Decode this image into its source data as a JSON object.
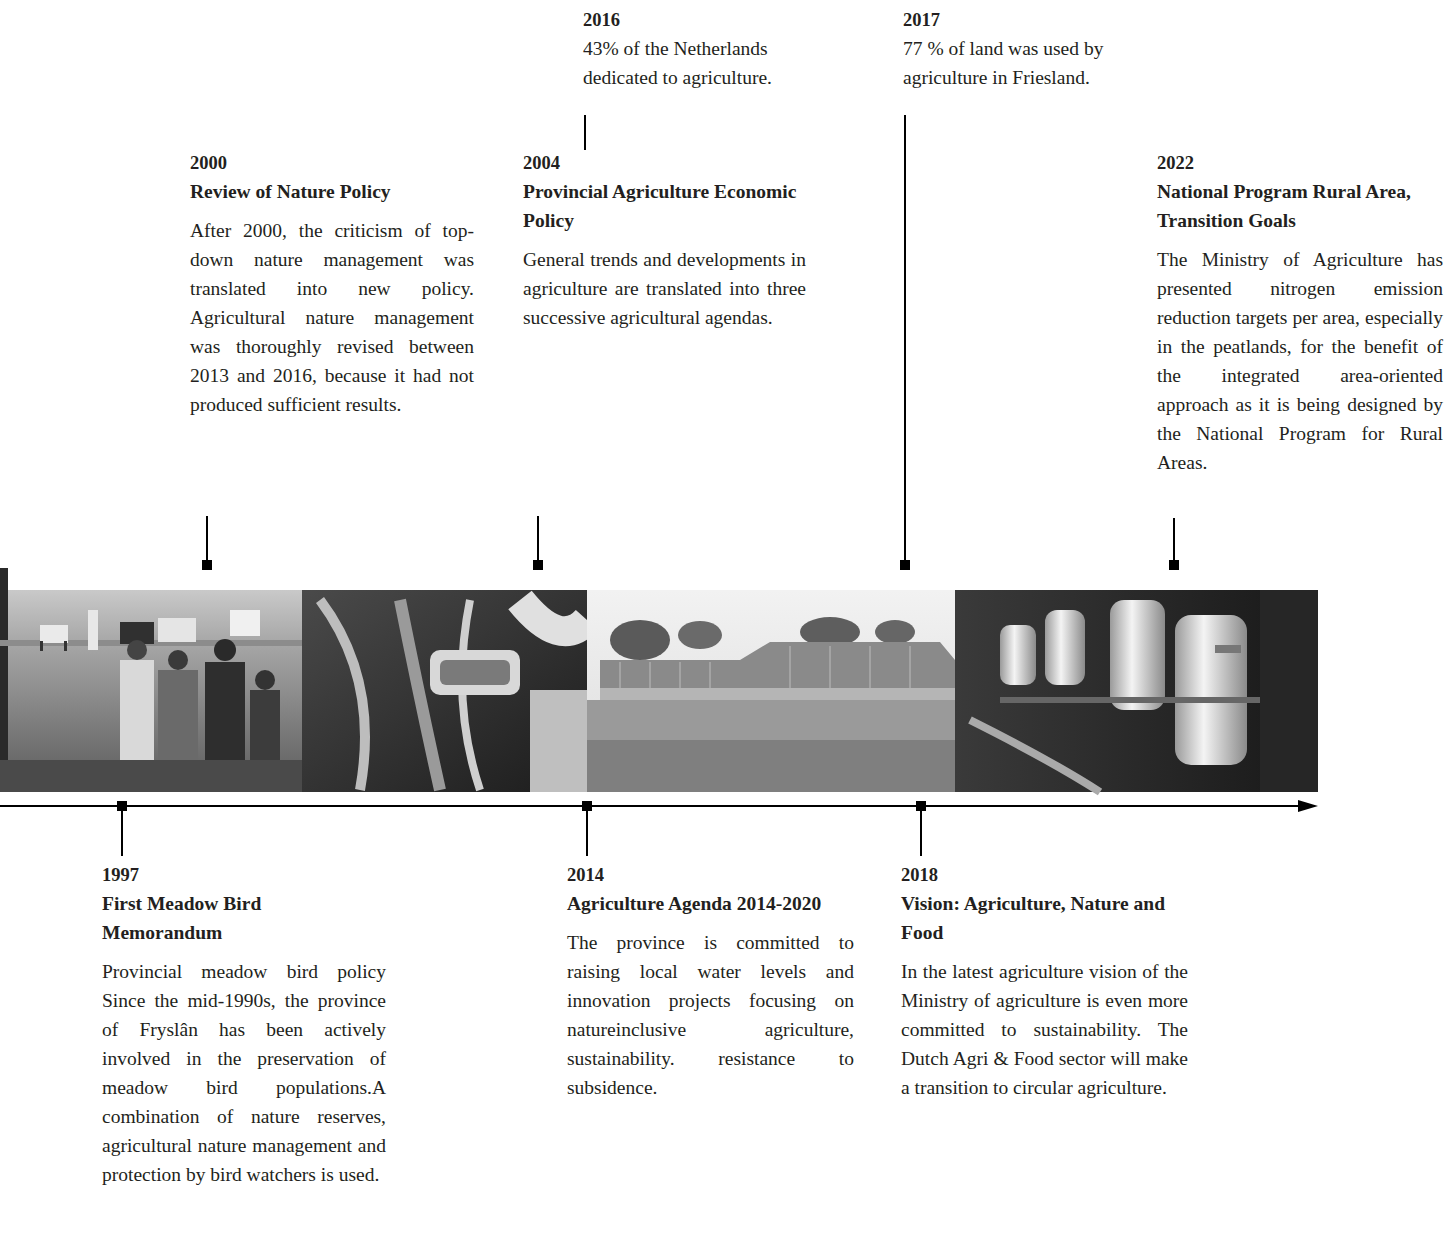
{
  "diagram": {
    "labels": [
      "2016",
      "43% of the Netherlands dedicated to agriculture.",
      "2017",
      "77 % of land was used by agriculture in Friesland.",
      "2000",
      "Review of Nature Policy",
      "After 2000, the criticism of top-down nature management was translated into new policy. Agricultural nature management was thoroughly revised between 2013 and 2016, because it had not produced sufficient results.",
      "2004",
      "Provincial Agriculture Economic Policy",
      "General trends and developments in agriculture are translated into three successive agricultural agendas.",
      "2022",
      "National Program Rural Area, Transition Goals",
      "The Ministry of Agriculture has presented nitrogen emission reduction targets per area, especially in the peatlands, for the benefit of the integrated area-oriented approach as it is being designed by the National Program for Rural Areas.",
      "1997",
      "First Meadow Bird Memorandum",
      "Provincial meadow bird policy Since the mid-1990s, the province of Fryslân has been actively involved in the preservation of meadow bird populations.A combination of nature reserves, agricultural nature management and protection by bird watchers is used.",
      "2014",
      "Agriculture Agenda 2014-2020",
      "The province is committed to raising local water levels and innovation projects focusing on natureinclusive agriculture, sustainability. resistance to subsidence.",
      "2018",
      "Vision: Agriculture, Nature and Food",
      "In the latest agriculture vision of the Ministry of agriculture is even more committed to sustainability. The Dutch Agri & Food sector will make a transition to circular agriculture."
    ]
  }
}
